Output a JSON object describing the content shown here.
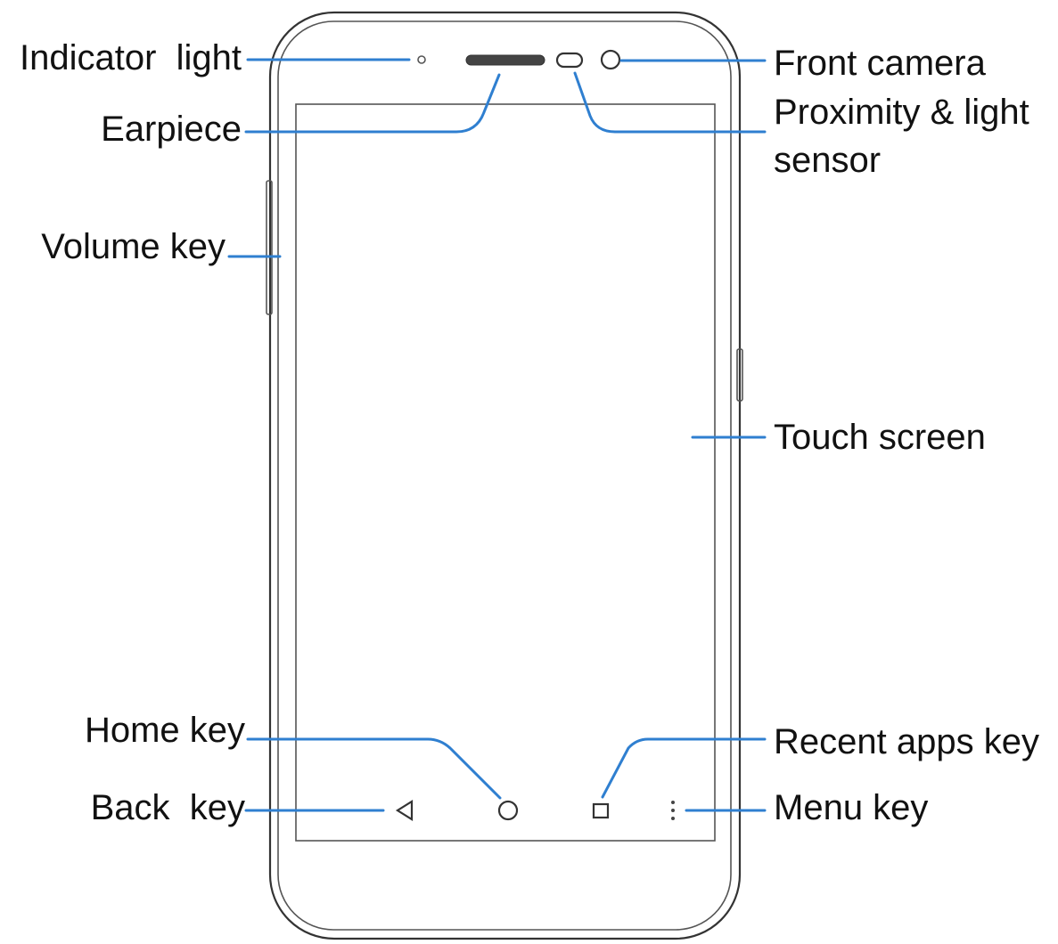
{
  "colors": {
    "leader_line": "#2f7fd0",
    "phone_outline": "#333333",
    "text": "#111111"
  },
  "labels": {
    "indicator_light": "Indicator  light",
    "earpiece": "Earpiece",
    "volume_key": "Volume key",
    "home_key": "Home key",
    "back_key": "Back  key",
    "front_camera": "Front camera",
    "proximity_line1": "Proximity & light",
    "proximity_line2": "sensor",
    "touch_screen": "Touch screen",
    "recent_apps_key": "Recent apps key",
    "menu_key": "Menu key"
  },
  "icons": {
    "back": "back-triangle-icon",
    "home": "home-circle-icon",
    "recent": "recent-square-icon",
    "menu": "menu-dots-icon"
  }
}
